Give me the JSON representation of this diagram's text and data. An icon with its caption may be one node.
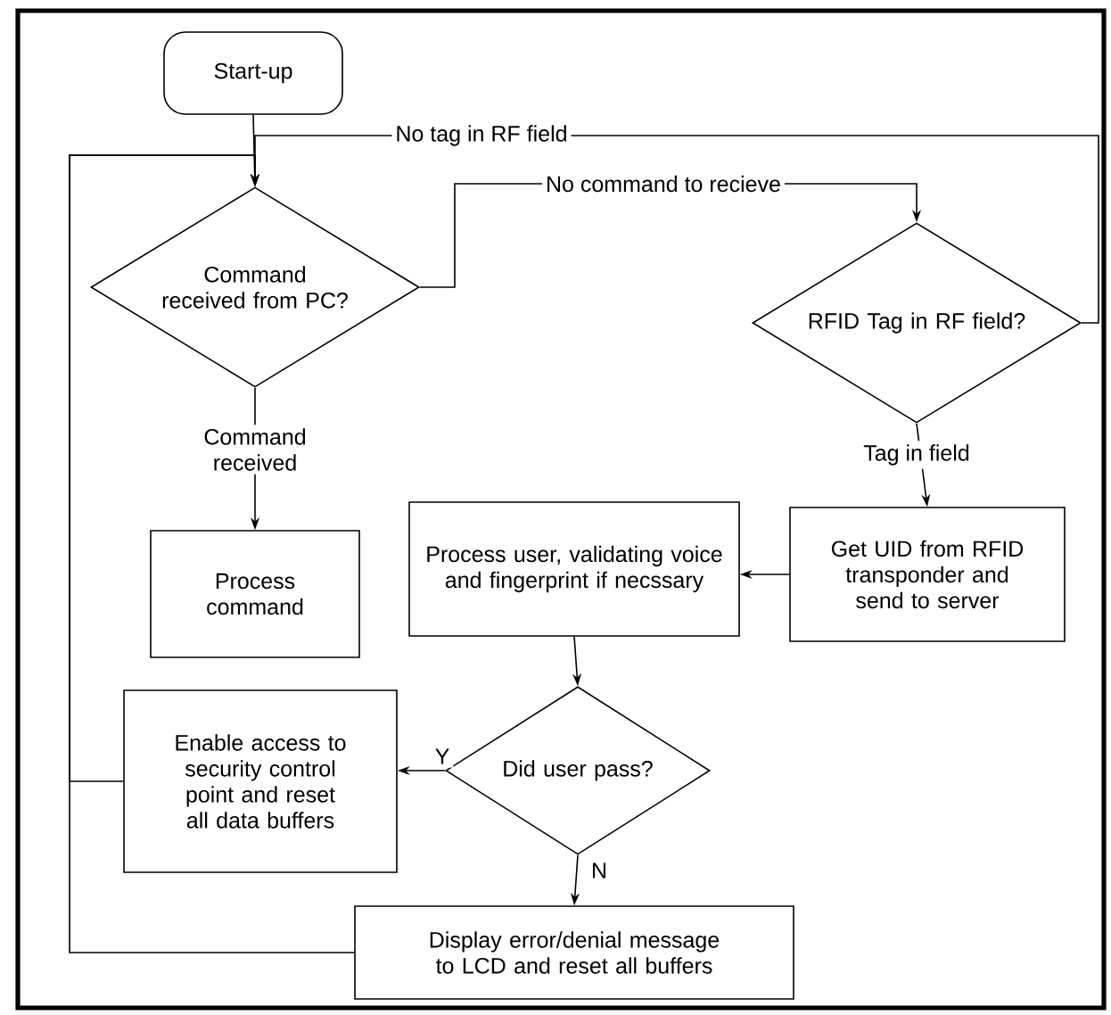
{
  "diagram": {
    "nodes": [
      {
        "text": [
          "Start-up"
        ]
      },
      {
        "text": [
          "Command received from PC?"
        ]
      },
      {
        "text": [
          "RFID Tag in RF field?"
        ]
      },
      {
        "text": [
          "Process command"
        ]
      },
      {
        "text": [
          "Process user, validating voice and fingerprint if necssary"
        ]
      },
      {
        "text": [
          "Get UID from RFID transponder and send to server"
        ]
      },
      {
        "text": [
          "Did user pass?"
        ]
      },
      {
        "text": [
          "Enable access to security control point and reset all data buffers"
        ]
      },
      {
        "text": [
          "Display error/denial message to LCD and reset all buffers"
        ]
      }
    ],
    "edges": [
      {
        "from": 0,
        "to": 1,
        "arrow": "to"
      },
      {
        "from": 1,
        "to": 2,
        "arrow": "to",
        "label": "No command to recieve"
      },
      {
        "from": 2,
        "to": 1,
        "arrow": "to",
        "label": "No tag in RF field"
      },
      {
        "from": 1,
        "to": 3,
        "arrow": "to",
        "label": "Command received"
      },
      {
        "from": 2,
        "to": 5,
        "arrow": "to",
        "label": "Tag in field"
      },
      {
        "from": 5,
        "to": 4,
        "arrow": "to"
      },
      {
        "from": 4,
        "to": 6,
        "arrow": "to"
      },
      {
        "from": 6,
        "to": 7,
        "arrow": "to",
        "label": "Y"
      },
      {
        "from": 6,
        "to": 8,
        "arrow": "to",
        "label": "N"
      },
      {
        "from": 7,
        "to": 1,
        "arrow": "to"
      },
      {
        "from": 8,
        "to": 1,
        "arrow": "to"
      }
    ]
  }
}
